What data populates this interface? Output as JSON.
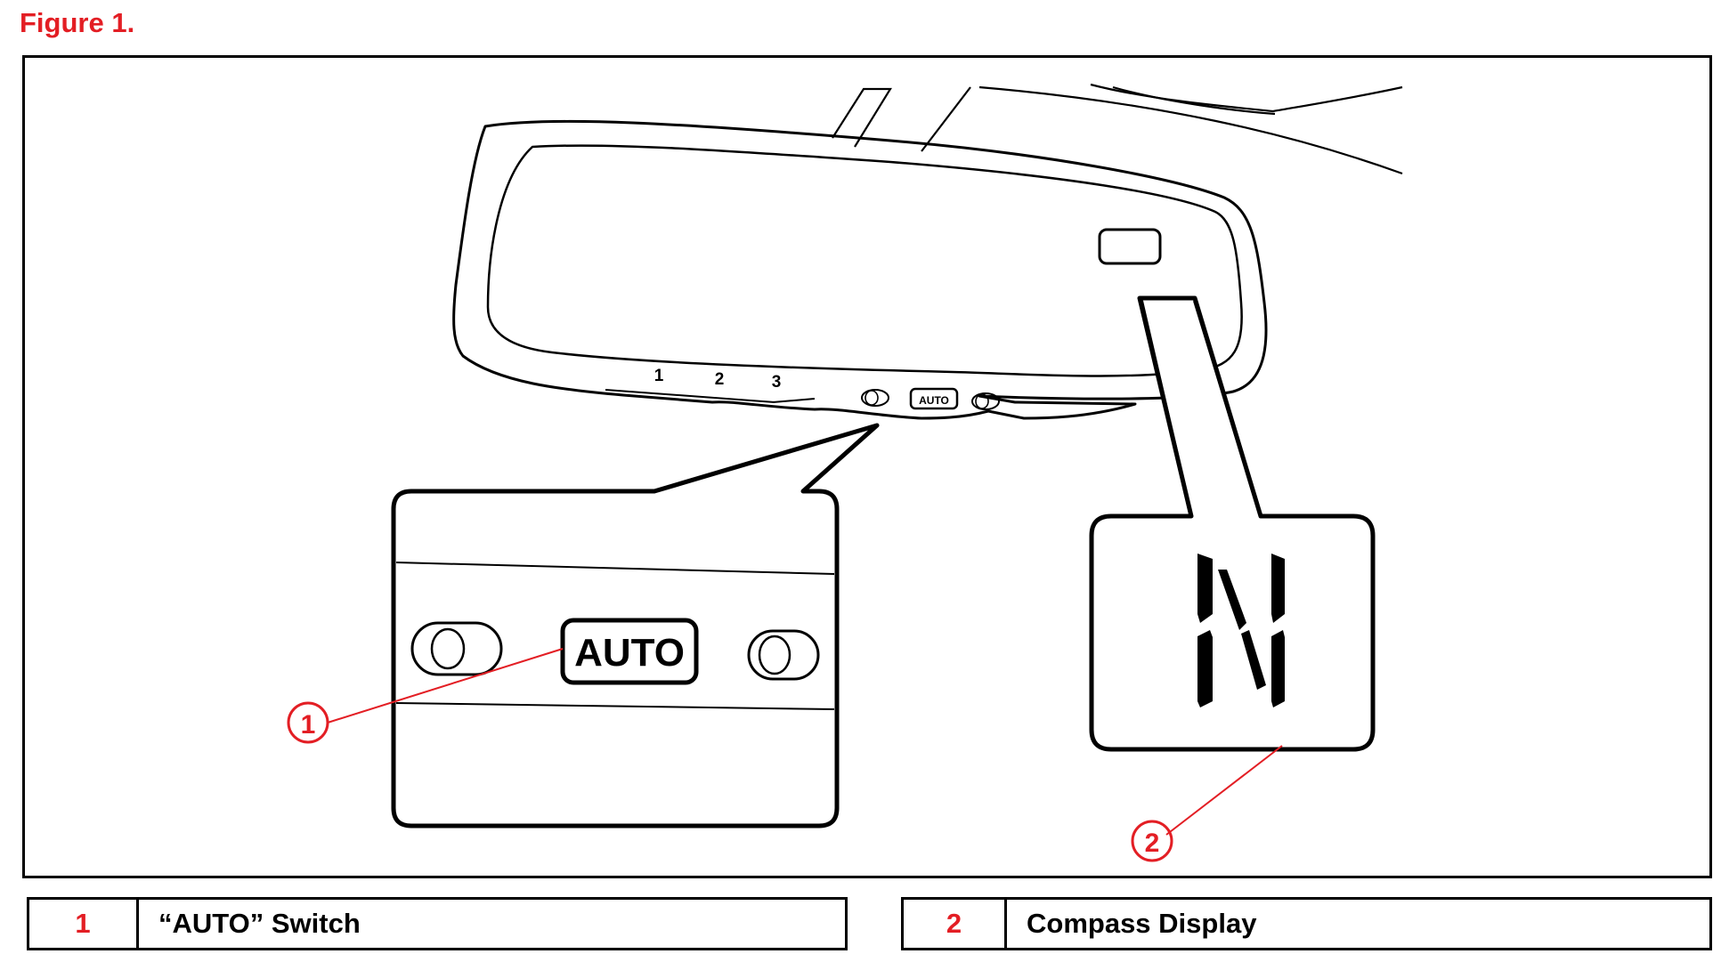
{
  "figure": {
    "title": "Figure 1."
  },
  "mirror": {
    "preset_numbers": [
      "1",
      "2",
      "3"
    ],
    "small_auto_label": "AUTO"
  },
  "detail": {
    "auto_button_label": "AUTO",
    "compass_reading": "N"
  },
  "callouts": [
    {
      "number": "1",
      "label": "“AUTO” Switch"
    },
    {
      "number": "2",
      "label": "Compass Display"
    }
  ],
  "colors": {
    "accent_red": "#e31e24",
    "line": "#000000",
    "background": "#ffffff"
  }
}
